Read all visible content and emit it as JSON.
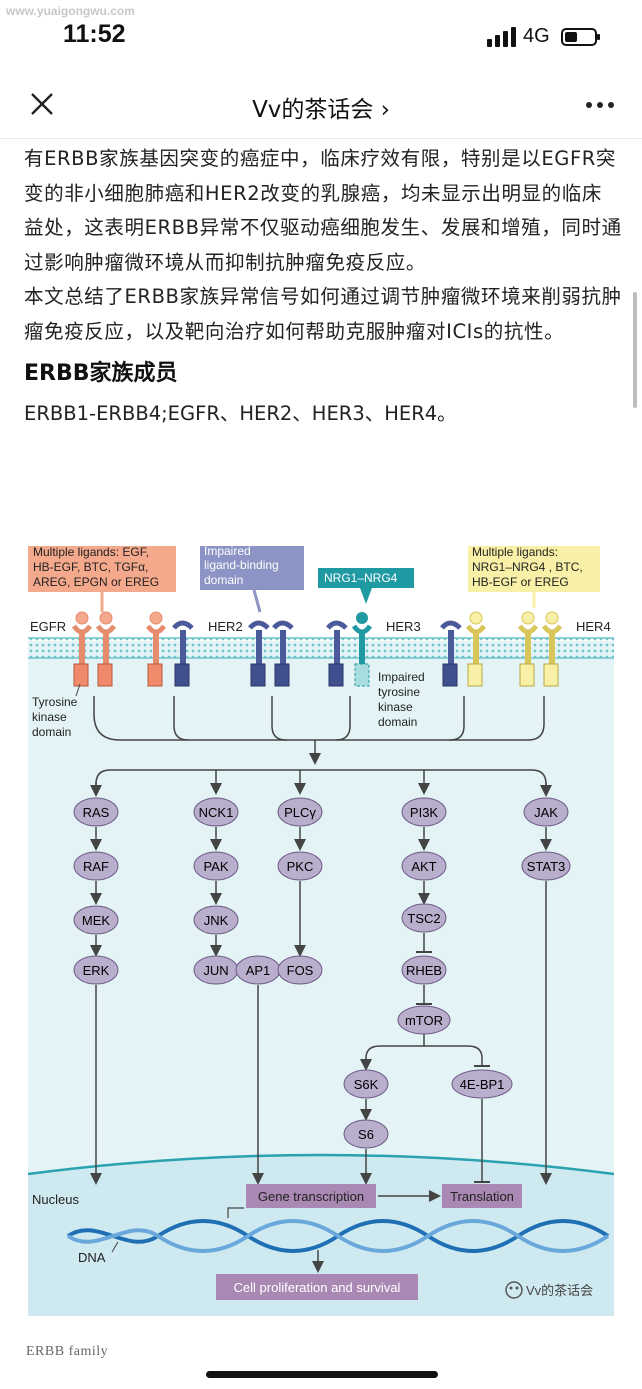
{
  "watermark": "www.yuaigongwu.com",
  "status_bar": {
    "time": "11:52",
    "network": "4G"
  },
  "navbar": {
    "title": "Vv的茶话会 ›"
  },
  "article": {
    "paragraph1": "有ERBB家族基因突变的癌症中，临床疗效有限，特别是以EGFR突变的非小细胞肺癌和HER2改变的乳腺癌，均未显示出明显的临床益处，这表明ERBB异常不仅驱动癌细胞发生、发展和增殖，同时通过影响肿瘤微环境从而抑制抗肿瘤免疫反应。",
    "paragraph2": "本文总结了ERBB家族异常信号如何通过调节肿瘤微环境来削弱抗肿瘤免疫反应，以及靶向治疗如何帮助克服肿瘤对ICIs的抗性。",
    "heading": "ERBB家族成员",
    "members_line": "ERBB1-ERBB4;EGFR、HER2、HER3、HER4。"
  },
  "figure": {
    "ligand_boxes": {
      "egfr": [
        "Multiple ligands: EGF,",
        "HB-EGF, BTC, TGFα,",
        "AREG, EPGN or EREG"
      ],
      "her2": [
        "Impaired",
        "ligand-binding",
        "domain"
      ],
      "her3": [
        "NRG1–NRG4"
      ],
      "her4": [
        "Multiple ligands:",
        "NRG1–NRG4 , BTC,",
        "HB-EGF or EREG"
      ]
    },
    "receptor_labels": {
      "egfr": "EGFR",
      "her2": "HER2",
      "her3": "HER3",
      "her4": "HER4"
    },
    "tyrosine_kinase": [
      "Tyrosine",
      "kinase",
      "domain"
    ],
    "impaired_kinase": [
      "Impaired",
      "tyrosine",
      "kinase",
      "domain"
    ],
    "nodes": {
      "ras": "RAS",
      "raf": "RAF",
      "mek": "MEK",
      "erk": "ERK",
      "nck1": "NCK1",
      "pak": "PAK",
      "jnk": "JNK",
      "jun": "JUN",
      "ap1": "AP1",
      "fos": "FOS",
      "plcg": "PLCγ",
      "pkc": "PKC",
      "pi3k": "PI3K",
      "akt": "AKT",
      "tsc2": "TSC2",
      "rheb": "RHEB",
      "mtor": "mTOR",
      "s6k": "S6K",
      "s6": "S6",
      "ebp1": "4E-BP1",
      "jak": "JAK",
      "stat3": "STAT3"
    },
    "nucleus_label": "Nucleus",
    "dna_label": "DNA",
    "gene_transcription": "Gene transcription",
    "translation": "Translation",
    "cell_proliferation": "Cell proliferation and survival",
    "brand_watermark": "Vv的茶话会",
    "colors": {
      "egfr_box": "#f4a98c",
      "her2_box": "#8b94c4",
      "her3_box": "#1f9aa3",
      "her4_box": "#f7f0a6",
      "membrane": "#a8dde0",
      "cell_bg": "#e4f3f6",
      "node": "#b9aecb",
      "label_box": "#a989b3"
    }
  },
  "caption": "ERBB family"
}
